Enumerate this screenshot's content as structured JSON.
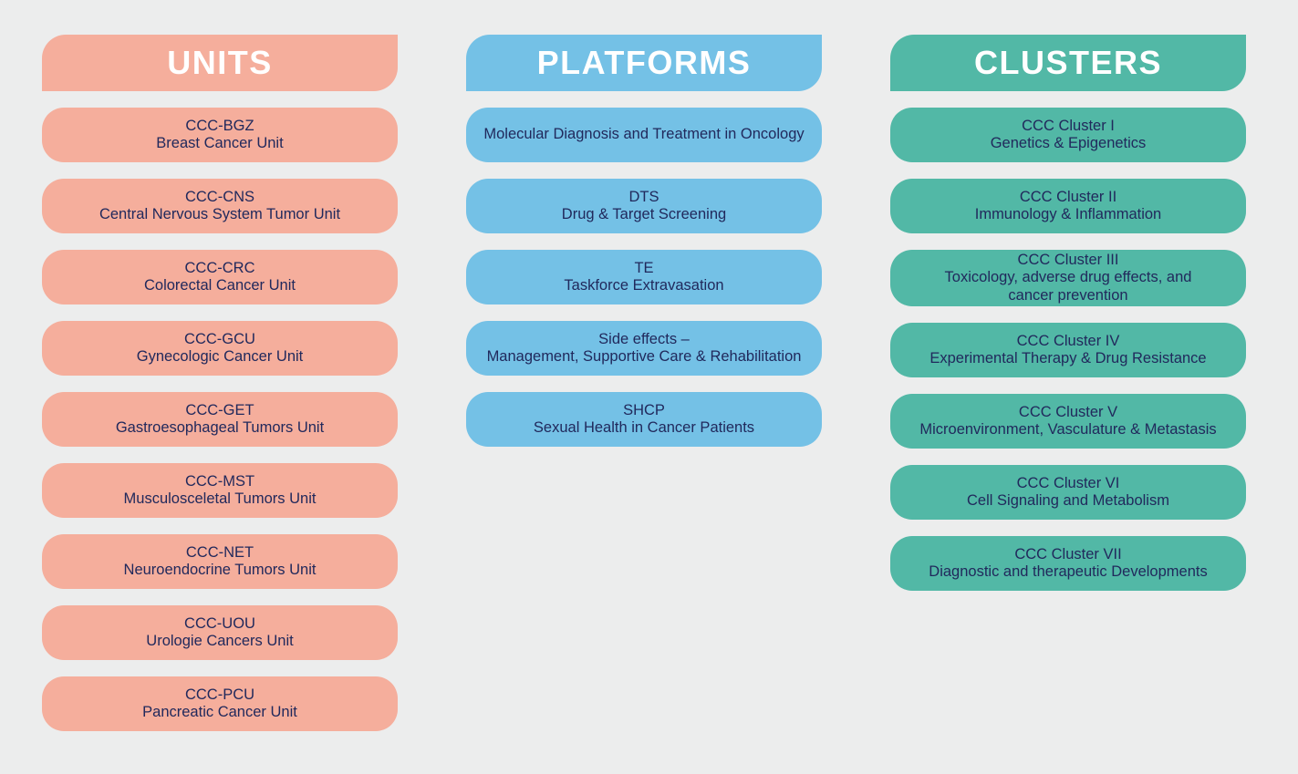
{
  "page": {
    "background_color": "#ECEDED",
    "text_color": "#21295C",
    "header_text_color": "#FFFFFF"
  },
  "columns": [
    {
      "id": "units",
      "title": "UNITS",
      "color": "#F5AE9C",
      "items": [
        {
          "lines": [
            "CCC-BGZ",
            "Breast Cancer Unit"
          ]
        },
        {
          "lines": [
            "CCC-CNS",
            "Central Nervous System Tumor Unit"
          ]
        },
        {
          "lines": [
            "CCC-CRC",
            "Colorectal Cancer Unit"
          ]
        },
        {
          "lines": [
            "CCC-GCU",
            "Gynecologic Cancer Unit"
          ]
        },
        {
          "lines": [
            "CCC-GET",
            "Gastroesophageal Tumors Unit"
          ]
        },
        {
          "lines": [
            "CCC-MST",
            "Musculosceletal Tumors Unit"
          ]
        },
        {
          "lines": [
            "CCC-NET",
            "Neuroendocrine Tumors Unit"
          ]
        },
        {
          "lines": [
            "CCC-UOU",
            "Urologie Cancers Unit"
          ]
        },
        {
          "lines": [
            "CCC-PCU",
            "Pancreatic Cancer Unit"
          ]
        }
      ]
    },
    {
      "id": "platforms",
      "title": "PLATFORMS",
      "color": "#74C1E6",
      "items": [
        {
          "lines": [
            "Molecular Diagnosis and Treatment in Oncology"
          ]
        },
        {
          "lines": [
            "DTS",
            "Drug & Target Screening"
          ]
        },
        {
          "lines": [
            "TE",
            "Taskforce Extravasation"
          ]
        },
        {
          "lines": [
            "Side effects –",
            "Management, Supportive Care & Rehabilitation"
          ]
        },
        {
          "lines": [
            "SHCP",
            "Sexual Health in Cancer Patients"
          ]
        }
      ]
    },
    {
      "id": "clusters",
      "title": "CLUSTERS",
      "color": "#52B8A6",
      "items": [
        {
          "lines": [
            "CCC Cluster I",
            "Genetics & Epigenetics"
          ]
        },
        {
          "lines": [
            "CCC Cluster II",
            "Immunology & Inflammation"
          ]
        },
        {
          "lines": [
            "CCC Cluster III",
            "Toxicology, adverse drug effects, and",
            "cancer prevention"
          ]
        },
        {
          "lines": [
            "CCC Cluster IV",
            "Experimental Therapy & Drug Resistance"
          ]
        },
        {
          "lines": [
            "CCC Cluster V",
            "Microenvironment, Vasculature & Metastasis"
          ]
        },
        {
          "lines": [
            "CCC Cluster VI",
            "Cell Signaling and Metabolism"
          ]
        },
        {
          "lines": [
            "CCC Cluster VII",
            "Diagnostic and therapeutic Developments"
          ]
        }
      ]
    }
  ]
}
